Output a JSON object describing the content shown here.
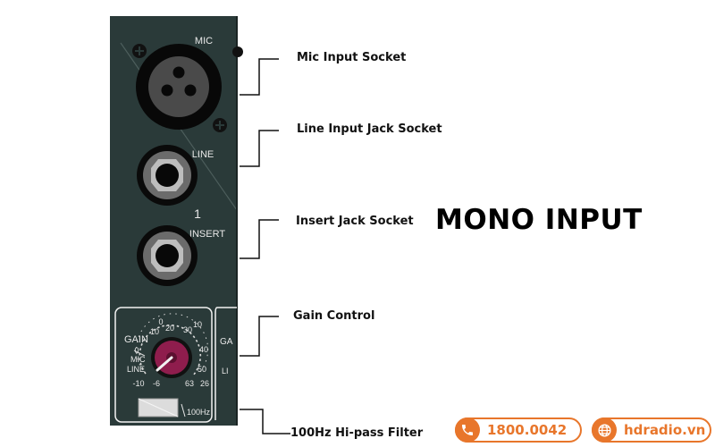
{
  "heading": "MONO INPUT",
  "panel": {
    "mic_label": "MIC",
    "line_label": "LINE",
    "channel_number": "1",
    "insert_label": "INSERT",
    "gain_label": "GAIN",
    "gain_label_next_strip": "GA",
    "line_label_next_strip": "LI",
    "mic_scale_label": "MIC",
    "line_scale_label": "LINE",
    "scale_ticks": [
      "0",
      "10",
      "20",
      "30",
      "10",
      "40",
      "50",
      "0",
      "-10",
      "-6",
      "63",
      "26"
    ],
    "filter_label": "100Hz"
  },
  "callouts": [
    "Mic Input Socket",
    "Line Input Jack Socket",
    "Insert Jack Socket",
    "Gain Control",
    "100Hz Hi-pass Filter"
  ],
  "contact": {
    "phone": "1800.0042",
    "website": "hdradio.vn"
  },
  "colors": {
    "panel": "#2a3a39",
    "knob": "#8f1d4d",
    "accent": "#e8762b"
  }
}
